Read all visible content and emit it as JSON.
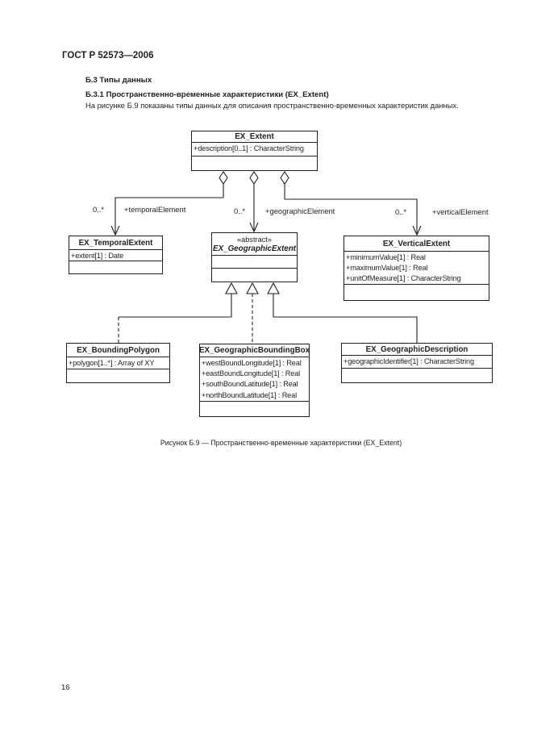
{
  "colors": {
    "ink": "#1f1f1f",
    "paper": "#ffffff"
  },
  "page": {
    "standard_ref": "ГОСТ Р 52573—2006",
    "page_number": "16"
  },
  "section": {
    "heading": "Б.3  Типы данных",
    "subheading": "Б.3.1  Пространственно-временные характеристики (EX_Extent)",
    "paragraph": "На рисунке Б.9 показаны типы данных для описания пространственно-временных характеристик данных."
  },
  "figure": {
    "caption": "Рисунок Б.9 — Пространственно-временные характеристики (EX_Extent)"
  },
  "diagram": {
    "classes": [
      {
        "name": "EX_Extent",
        "stereotype": "",
        "attributes": [
          "+description[0..1] : CharacterString"
        ]
      },
      {
        "name": "EX_TemporalExtent",
        "stereotype": "",
        "attributes": [
          "+extent[1] : Date"
        ]
      },
      {
        "name": "EX_GeographicExtent",
        "stereotype": "«abstract»",
        "attributes": []
      },
      {
        "name": "EX_VerticalExtent",
        "stereotype": "",
        "attributes": [
          "+minimumValue[1] : Real",
          "+maximumValue[1] : Real",
          "+unitOfMeasure[1] : CharacterString"
        ]
      },
      {
        "name": "EX_BoundingPolygon",
        "stereotype": "",
        "attributes": [
          "+polygon[1..*] : Array of XY"
        ]
      },
      {
        "name": "EX_GeographicBoundingBox",
        "stereotype": "",
        "attributes": [
          "+westBoundLongitude[1] : Real",
          "+eastBoundLongitude[1] : Real",
          "+southBoundLatitude[1] : Real",
          "+northBoundLatitude[1] : Real"
        ]
      },
      {
        "name": "EX_GeographicDescription",
        "stereotype": "",
        "attributes": [
          "+geographicIdentifier[1] : CharacterString"
        ]
      }
    ],
    "associations": [
      {
        "multiplicity": "0..*",
        "role": "+temporalElement"
      },
      {
        "multiplicity": "0..*",
        "role": "+geographicElement"
      },
      {
        "multiplicity": "0..*",
        "role": "+verticalElement"
      }
    ]
  }
}
